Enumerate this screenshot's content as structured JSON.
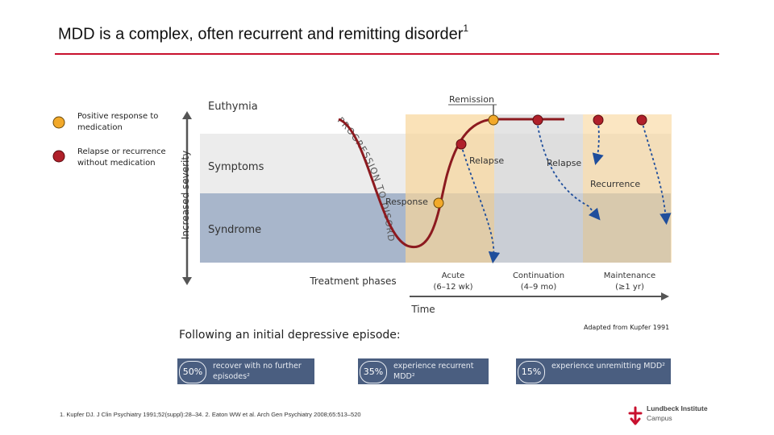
{
  "slide": {
    "title": "MDD is a complex, often recurrent and remitting disorder",
    "title_sup": "1"
  },
  "legend": {
    "positive": "Positive response to medication",
    "relapse": "Relapse or recurrence without medication"
  },
  "diagram": {
    "y_axis_label": "Increased severity",
    "x_axis_label": "Time",
    "progression_label": "PROGRESSION TO DISORDER",
    "zones": {
      "euthymia": "Euthymia",
      "symptoms": "Symptoms",
      "syndrome": "Syndrome"
    },
    "treatment_phases_label": "Treatment phases",
    "phases": [
      {
        "name": "Acute",
        "duration": "(6–12 wk)"
      },
      {
        "name": "Continuation",
        "duration": "(4–9 mo)"
      },
      {
        "name": "Maintenance",
        "duration": "(≥1 yr)"
      }
    ],
    "events": {
      "remission": "Remission",
      "relapse_1": "Relapse",
      "relapse_2": "Relapse",
      "recurrence": "Recurrence",
      "response": "Response"
    }
  },
  "outcomes": {
    "intro": "Following an initial depressive episode:",
    "adapted": "Adapted from Kupfer 1991",
    "items": [
      {
        "pct": "50%",
        "text": "recover with no further episodes²"
      },
      {
        "pct": "35%",
        "text": "experience recurrent MDD²"
      },
      {
        "pct": "15%",
        "text": "experience unremitting MDD²"
      }
    ]
  },
  "references": "1. Kupfer DJ. J Clin Psychiatry 1991;52(suppl):28–34. 2. Eaton WW et al. Arch Gen Psychiatry 2008;65:513–520",
  "logo": {
    "name": "Lundbeck Institute",
    "sub": "Campus"
  },
  "colors": {
    "accent_red": "#c8102e",
    "severity_band_blue": "#a8b6cb",
    "symptoms_band_grey": "#ececec",
    "phase_orange": "#f8d59a",
    "continuation_grey": "#d9d9d9",
    "outcome_box": "#4a5e80",
    "positive_dot": "#f2a92a",
    "relapse_dot": "#b0202a"
  }
}
